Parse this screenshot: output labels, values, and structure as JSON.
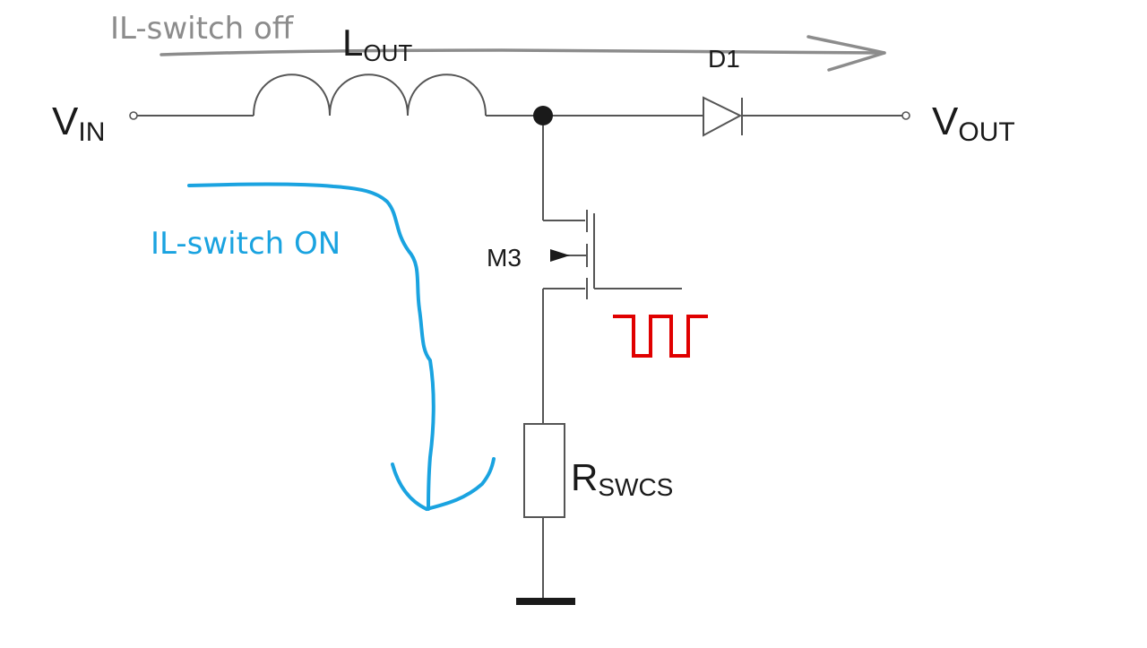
{
  "colors": {
    "wire": "#555555",
    "text": "#1a1a1a",
    "annotation_off": "#8c8c8c",
    "annotation_on": "#1aa3e0",
    "gate_signal": "#e00000",
    "background": "#ffffff"
  },
  "labels": {
    "vin_main": "V",
    "vin_sub": "IN",
    "vout_main": "V",
    "vout_sub": "OUT",
    "inductor_main": "L",
    "inductor_sub": "OUT",
    "diode": "D1",
    "transistor": "M3",
    "resistor_main": "R",
    "resistor_sub": "SWCS"
  },
  "annotations": {
    "switch_off": "IL-switch off",
    "switch_on": "IL-switch ON"
  },
  "icons": {
    "current_off": "right-arrow-icon",
    "current_on": "down-curved-arrow-icon",
    "gate_drive": "square-wave-icon",
    "ground": "ground-icon"
  }
}
